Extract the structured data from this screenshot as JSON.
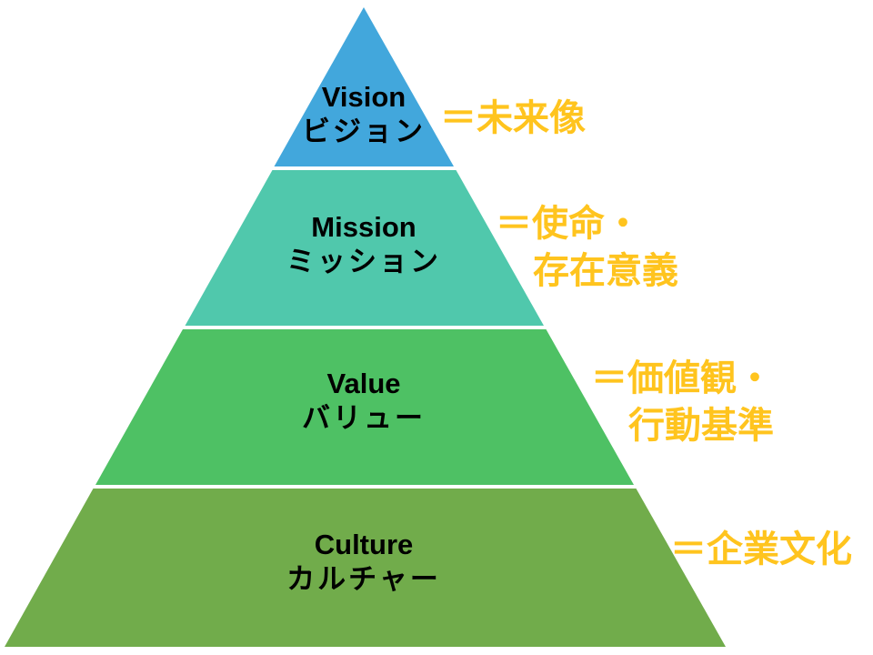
{
  "diagram": {
    "type": "pyramid",
    "background": "#ffffff",
    "separator_color": "#ffffff",
    "label_text_color": "#000000",
    "annotation_color": "#FFC41E",
    "layers": [
      {
        "name_en": "Vision",
        "name_ja": "ビジョン",
        "fill": "#42A7DC",
        "annotation_line1": "＝未来像",
        "annotation_line2": ""
      },
      {
        "name_en": "Mission",
        "name_ja": "ミッション",
        "fill": "#50C8AC",
        "annotation_line1": "＝使命・",
        "annotation_line2": "存在意義"
      },
      {
        "name_en": "Value",
        "name_ja": "バリュー",
        "fill": "#4EC164",
        "annotation_line1": "＝価値観・",
        "annotation_line2": "行動基準"
      },
      {
        "name_en": "Culture",
        "name_ja": "カルチャー",
        "fill": "#71AC4B",
        "annotation_line1": "＝企業文化",
        "annotation_line2": ""
      }
    ]
  }
}
